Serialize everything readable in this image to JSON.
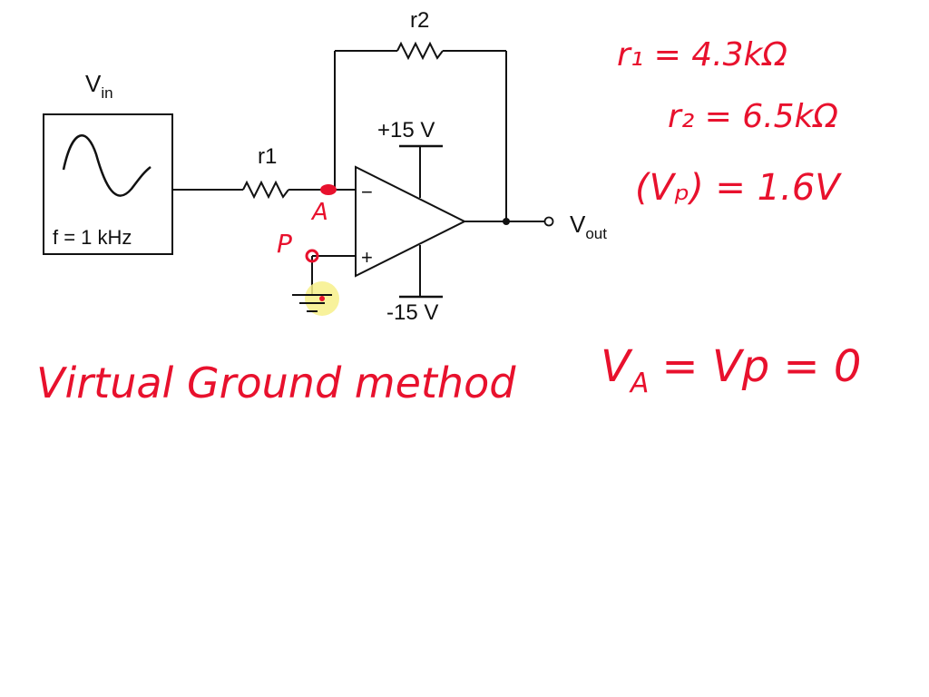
{
  "circuit": {
    "source": {
      "label_main": "V",
      "label_sub": "in",
      "freq": "f = 1 kHz"
    },
    "r1_label": "r1",
    "r2_label": "r2",
    "pos_supply": "+15 V",
    "neg_supply": "-15 V",
    "minus_sign": "−",
    "plus_sign": "+",
    "out_main": "V",
    "out_sub": "out"
  },
  "annotations": {
    "node_a": "A",
    "node_p": "P",
    "r1_value": "r₁ = 4.3kΩ",
    "r2_value": "r₂ = 6.5kΩ",
    "vp_value": "(Vₚ) = 1.6V",
    "method_text": "Virtual Ground method",
    "method_eq_v": "V",
    "method_eq_sub": "A",
    "method_eq_rest": "= Vp = 0"
  },
  "colors": {
    "ink": "#111111",
    "marker": "#e8112d",
    "highlight": "#f7f08a"
  }
}
